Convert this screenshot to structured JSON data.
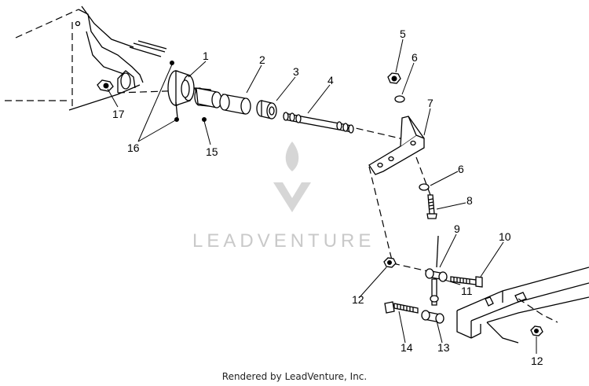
{
  "watermark": {
    "text": "LEADVENTURE"
  },
  "footer": {
    "text": "Rendered by LeadVenture, Inc."
  },
  "callouts": {
    "c1": "1",
    "c2": "2",
    "c3": "3",
    "c4": "4",
    "c5": "5",
    "c6a": "6",
    "c6b": "6",
    "c7": "7",
    "c8": "8",
    "c9": "9",
    "c10": "10",
    "c11": "11",
    "c12a": "12",
    "c12b": "12",
    "c13": "13",
    "c14": "14",
    "c15": "15",
    "c16": "16",
    "c17": "17"
  },
  "icons": [
    "leadventure-logo-watermark"
  ]
}
